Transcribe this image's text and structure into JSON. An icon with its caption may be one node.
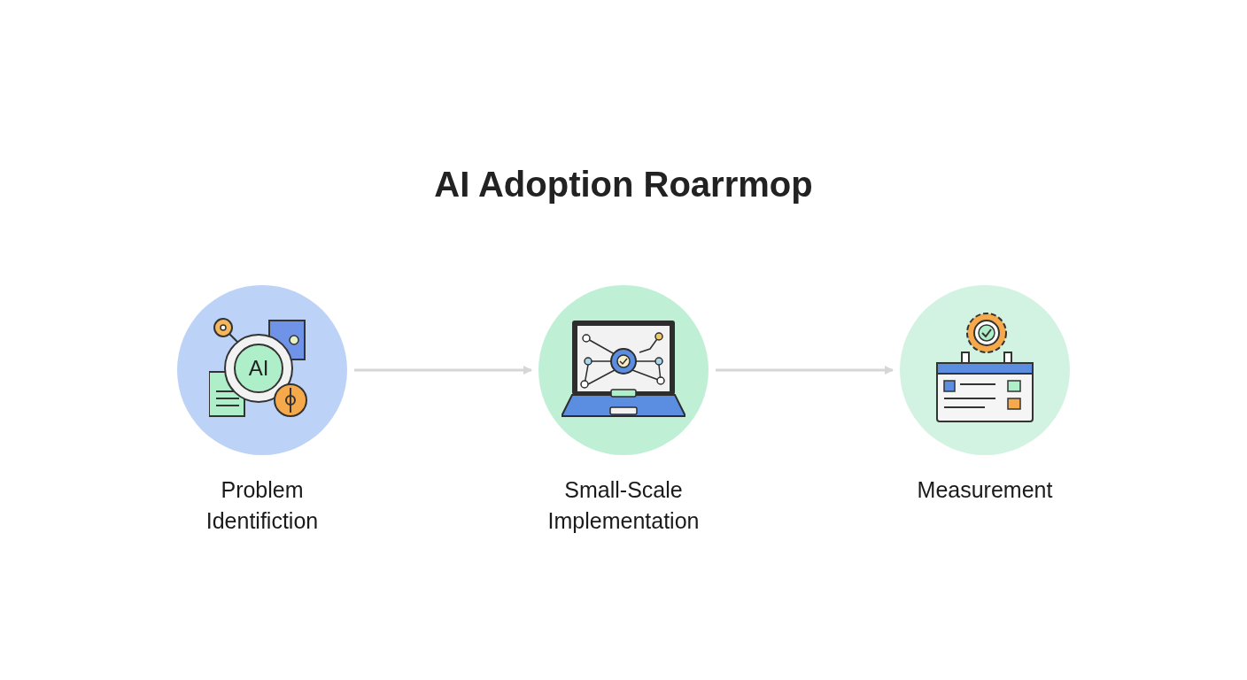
{
  "diagram": {
    "title": "AI Adoption Roarrmop",
    "nodes": [
      {
        "text": [
          "Problem Identifiction"
        ]
      },
      {
        "text": [
          "Small-Scale Implementation"
        ]
      },
      {
        "text": [
          "Measurement"
        ]
      }
    ],
    "edges": [
      {
        "from": 0,
        "to": 1,
        "arrow": "to"
      },
      {
        "from": 1,
        "to": 2,
        "arrow": "to"
      }
    ],
    "labels": [
      "AI"
    ]
  }
}
